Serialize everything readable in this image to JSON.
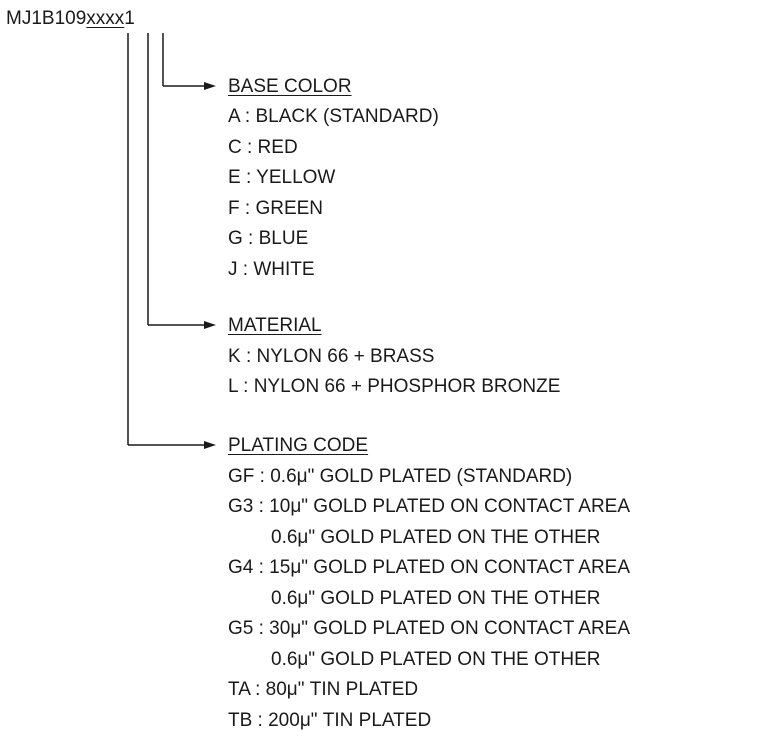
{
  "part_number": {
    "prefix": "MJ1B109",
    "variable": "xxxx",
    "suffix": "1"
  },
  "sections": [
    {
      "heading": "BASE COLOR",
      "lines": [
        "A : BLACK (STANDARD)",
        "C : RED",
        "E : YELLOW",
        "F : GREEN",
        "G : BLUE",
        "J : WHITE"
      ]
    },
    {
      "heading": "MATERIAL",
      "lines": [
        "K : NYLON 66 + BRASS",
        "L : NYLON 66 + PHOSPHOR BRONZE"
      ]
    },
    {
      "heading": "PLATING CODE",
      "lines": [
        "GF : 0.6μ\" GOLD PLATED (STANDARD)",
        "G3 : 10μ\" GOLD PLATED ON CONTACT AREA",
        "0.6μ\" GOLD PLATED ON THE OTHER",
        "G4 : 15μ\" GOLD PLATED ON CONTACT AREA",
        "0.6μ\" GOLD PLATED ON THE OTHER",
        "G5 : 30μ\" GOLD PLATED ON CONTACT AREA",
        "0.6μ\" GOLD PLATED ON THE OTHER",
        "TA : 80μ\" TIN PLATED",
        "TB : 200μ\" TIN PLATED"
      ]
    }
  ]
}
